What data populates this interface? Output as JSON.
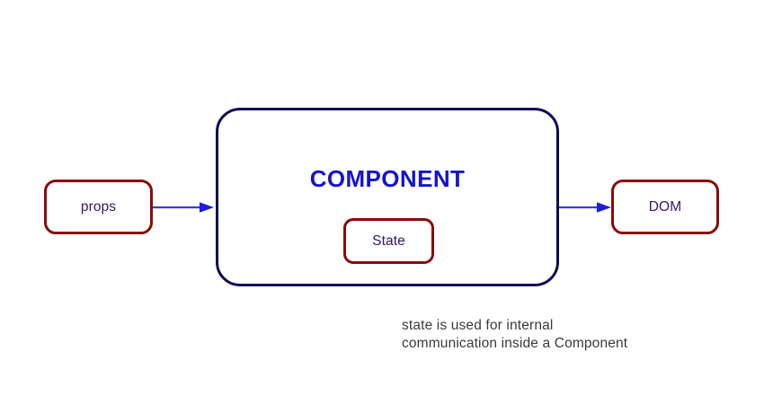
{
  "diagram": {
    "title": "React component data flow diagram",
    "nodes": {
      "props": {
        "label": "props",
        "border_color": "#8B0B0B",
        "text_color": "#3B1464"
      },
      "component": {
        "label": "COMPONENT",
        "border_color": "#0A0A5A",
        "text_color": "#1414CC"
      },
      "state": {
        "label": "State",
        "border_color": "#8B0B0B",
        "text_color": "#3B1464"
      },
      "dom": {
        "label": "DOM",
        "border_color": "#8B0B0B",
        "text_color": "#3B1464"
      }
    },
    "arrows": {
      "props_to_component": {
        "name": "arrow-right-icon",
        "color": "#3B3BDD",
        "direction": "right"
      },
      "component_to_dom": {
        "name": "arrow-right-icon",
        "color": "#3B3BDD",
        "direction": "right"
      }
    },
    "caption": {
      "line1": "state is used for internal",
      "line2": "communication inside a Component",
      "color": "#3A3A3A"
    },
    "background": "#ffffff"
  }
}
